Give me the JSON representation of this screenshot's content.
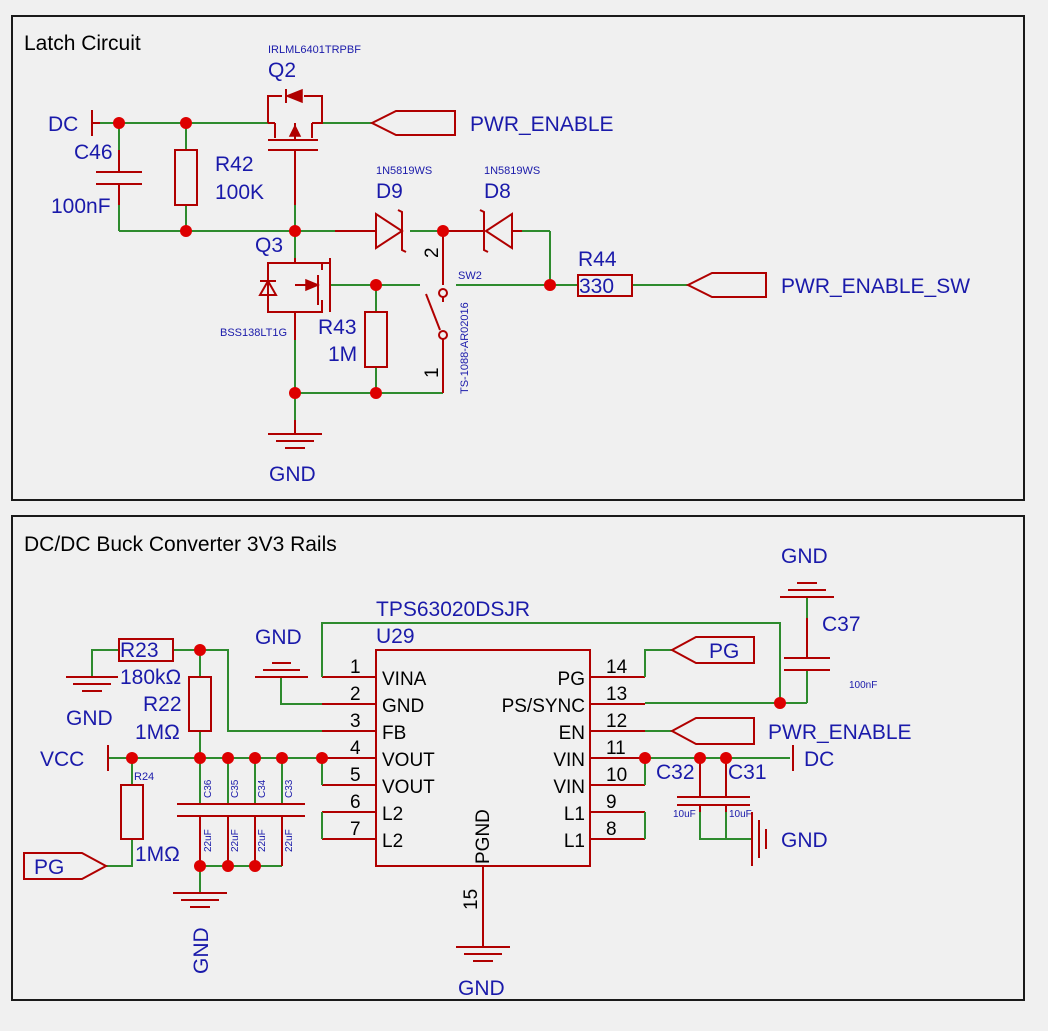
{
  "panels": {
    "latch": {
      "title": "Latch Circuit"
    },
    "buck": {
      "title": "DC/DC Buck Converter 3V3 Rails"
    }
  },
  "colors": {
    "wire": "#2e8b2e",
    "part": "#b00000",
    "junction": "#dd0000",
    "label": "#1a1aaa",
    "background": "#f0f0f0"
  },
  "latch": {
    "q2": {
      "ref": "Q2",
      "part": "IRLML6401TRPBF"
    },
    "q3": {
      "ref": "Q3",
      "part": "BSS138LT1G"
    },
    "r42": {
      "ref": "R42",
      "value": "100K"
    },
    "r43": {
      "ref": "R43",
      "value": "1M"
    },
    "r44": {
      "ref": "R44",
      "value": "330"
    },
    "c46": {
      "ref": "C46",
      "value": "100nF"
    },
    "d9": {
      "ref": "D9",
      "part": "1N5819WS"
    },
    "d8": {
      "ref": "D8",
      "part": "1N5819WS"
    },
    "sw2": {
      "ref": "SW2",
      "part": "TS-1088-AR02016",
      "pin1": "1",
      "pin2": "2"
    },
    "nets": {
      "dc": "DC",
      "pwr_enable": "PWR_ENABLE",
      "pwr_enable_sw": "PWR_ENABLE_SW",
      "gnd": "GND"
    }
  },
  "buck": {
    "ic": {
      "part": "TPS63020DSJR",
      "ref": "U29",
      "left_pins": [
        {
          "num": "1",
          "name": "VINA"
        },
        {
          "num": "2",
          "name": "GND"
        },
        {
          "num": "3",
          "name": "FB"
        },
        {
          "num": "4",
          "name": "VOUT"
        },
        {
          "num": "5",
          "name": "VOUT"
        },
        {
          "num": "6",
          "name": "L2"
        },
        {
          "num": "7",
          "name": "L2"
        }
      ],
      "right_pins": [
        {
          "num": "14",
          "name": "PG"
        },
        {
          "num": "13",
          "name": "PS/SYNC"
        },
        {
          "num": "12",
          "name": "EN"
        },
        {
          "num": "11",
          "name": "VIN"
        },
        {
          "num": "10",
          "name": "VIN"
        },
        {
          "num": "9",
          "name": "L1"
        },
        {
          "num": "8",
          "name": "L1"
        }
      ],
      "bottom_pin": {
        "num": "15",
        "name": "PGND"
      }
    },
    "r23": {
      "ref": "R23",
      "value": "180kΩ"
    },
    "r22": {
      "ref": "R22",
      "value": "1MΩ"
    },
    "r24": {
      "ref": "R24",
      "value": "1MΩ"
    },
    "c36": {
      "ref": "C36",
      "value": "22uF"
    },
    "c35": {
      "ref": "C35",
      "value": "22uF"
    },
    "c34": {
      "ref": "C34",
      "value": "22uF"
    },
    "c33": {
      "ref": "C33",
      "value": "22uF"
    },
    "c37": {
      "ref": "C37",
      "value": "100nF"
    },
    "c32": {
      "ref": "C32",
      "value": "10uF"
    },
    "c31": {
      "ref": "C31",
      "value": "10uF"
    },
    "nets": {
      "vcc": "VCC",
      "dc": "DC",
      "gnd": "GND",
      "pg": "PG",
      "pwr_enable": "PWR_ENABLE"
    }
  }
}
